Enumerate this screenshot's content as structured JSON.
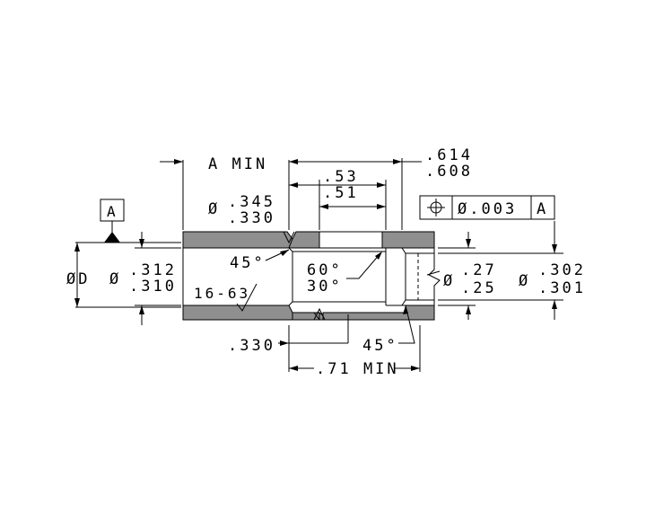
{
  "labels": {
    "a_min": "A MIN",
    "len_614": ".614",
    "len_608": ".608",
    "len_53": ".53",
    "len_51": ".51",
    "bore_prefix": "Ø",
    "bore_345": ".345",
    "bore_330": ".330",
    "chamfer_left": "45°",
    "od": "ØD",
    "dia_prefix_left": "Ø",
    "dia_312": ".312",
    "dia_310": ".310",
    "finish": "16-63",
    "cone_60": "60°",
    "cone_30": "30°",
    "dia_prefix_mid": "Ø",
    "dia_27": ".27",
    "dia_25": ".25",
    "dia_prefix_right": "Ø",
    "dia_302": ".302",
    "dia_301": ".301",
    "depth_330": ".330",
    "chamfer_right": "45°",
    "min_71": ".71 MIN"
  },
  "datum": {
    "letter": "A"
  },
  "fcf": {
    "symbol": "position-icon",
    "tolerance": "Ø.003",
    "datum": "A"
  },
  "colors": {
    "body": "#8f8f8f",
    "line": "#000000"
  }
}
